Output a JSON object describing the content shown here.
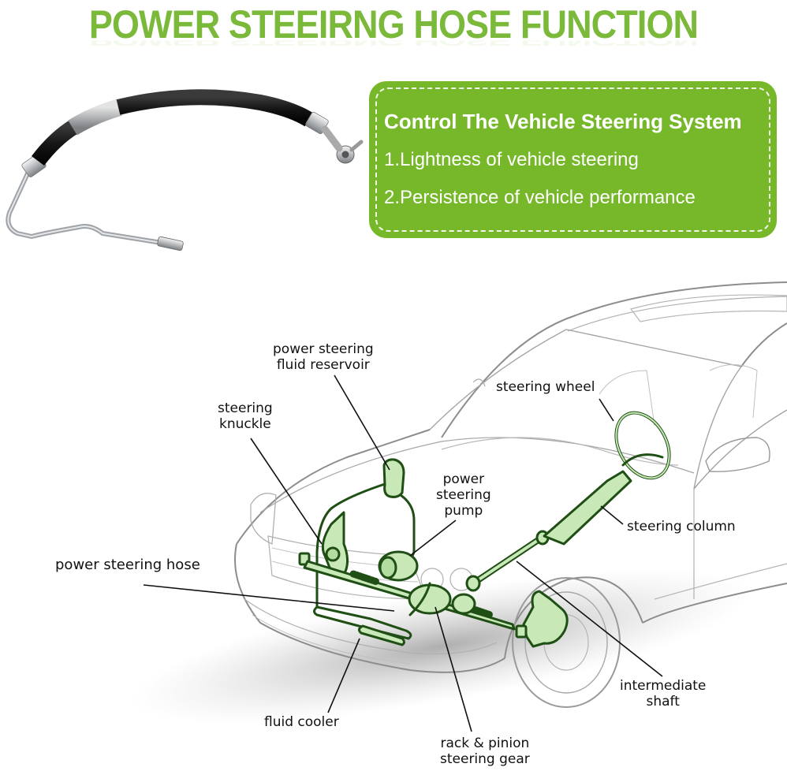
{
  "header": {
    "title": "POWER STEEIRNG HOSE FUNCTION"
  },
  "info_box": {
    "heading": "Control The Vehicle Steering System",
    "items": [
      "1.Lightness of vehicle steering",
      "2.Persistence of vehicle performance"
    ],
    "background_color": "#76b82a"
  },
  "product_image": {
    "subject": "power steering hose assembly"
  },
  "diagram": {
    "subject": "car steering system cutaway",
    "highlight_color": "#c9e8b8",
    "outline_color": "#1f4f14",
    "labels": {
      "fluid_reservoir": [
        "power steering",
        "fluid reservoir"
      ],
      "steering_knuckle": [
        "steering",
        "knuckle"
      ],
      "steering_wheel": "steering wheel",
      "steering_pump": [
        "power",
        "steering",
        "pump"
      ],
      "steering_column": "steering column",
      "steering_hose": "power steering hose",
      "intermediate_shaft": [
        "intermediate",
        "shaft"
      ],
      "fluid_cooler": "fluid cooler",
      "rack_pinion": [
        "rack & pinion",
        "steering gear"
      ]
    }
  }
}
